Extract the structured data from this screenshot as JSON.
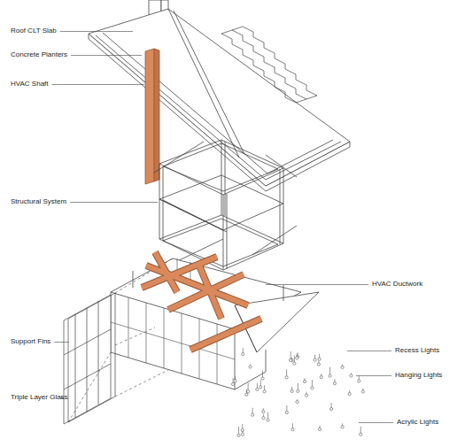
{
  "diagram": {
    "labels": [
      "Roof CLT Slab",
      "Concrete Planters",
      "HVAC Shaft",
      "Structural System",
      "HVAC Ductwork",
      "Support Fins",
      "Recess Lights",
      "Hanging Lights",
      "Triple Layer Glass",
      "Acrylic Lights"
    ]
  }
}
